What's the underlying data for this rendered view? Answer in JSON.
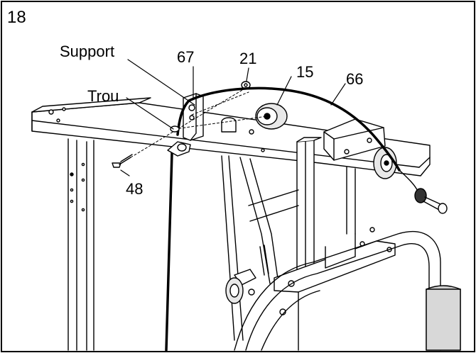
{
  "step_number": "18",
  "labels": {
    "support": "Support",
    "part_67": "67",
    "part_21": "21",
    "part_15": "15",
    "part_66": "66",
    "trou": "Trou",
    "part_48": "48"
  },
  "colors": {
    "ink": "#000000",
    "paper": "#ffffff"
  }
}
